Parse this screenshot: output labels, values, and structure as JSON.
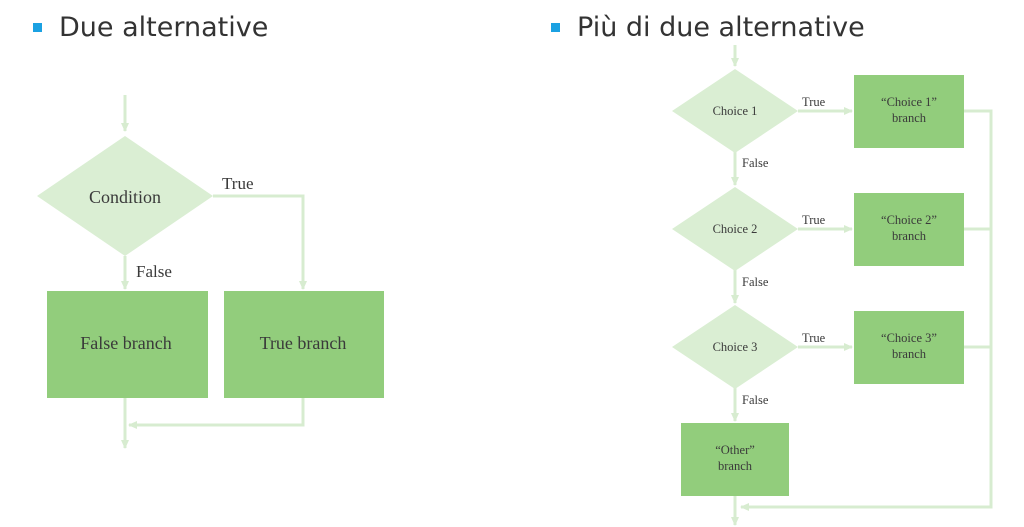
{
  "colors": {
    "bullet": "#1ba1e2",
    "arrow": "#d7ecd0",
    "diamond": "#daeed3",
    "box": "#92cd7c",
    "text": "#3a3a3a"
  },
  "left": {
    "heading": "Due alternative",
    "condition": "Condition",
    "true_label": "True",
    "false_label": "False",
    "false_branch": "False branch",
    "true_branch": "True branch"
  },
  "right": {
    "heading": "Più di due alternative",
    "choices": [
      {
        "label": "Choice 1",
        "true_label": "True",
        "false_label": "False",
        "branch_line1": "“Choice 1”",
        "branch_line2": "branch"
      },
      {
        "label": "Choice 2",
        "true_label": "True",
        "false_label": "False",
        "branch_line1": "“Choice 2”",
        "branch_line2": "branch"
      },
      {
        "label": "Choice 3",
        "true_label": "True",
        "false_label": "False",
        "branch_line1": "“Choice 3”",
        "branch_line2": "branch"
      }
    ],
    "other_line1": "“Other”",
    "other_line2": "branch"
  }
}
